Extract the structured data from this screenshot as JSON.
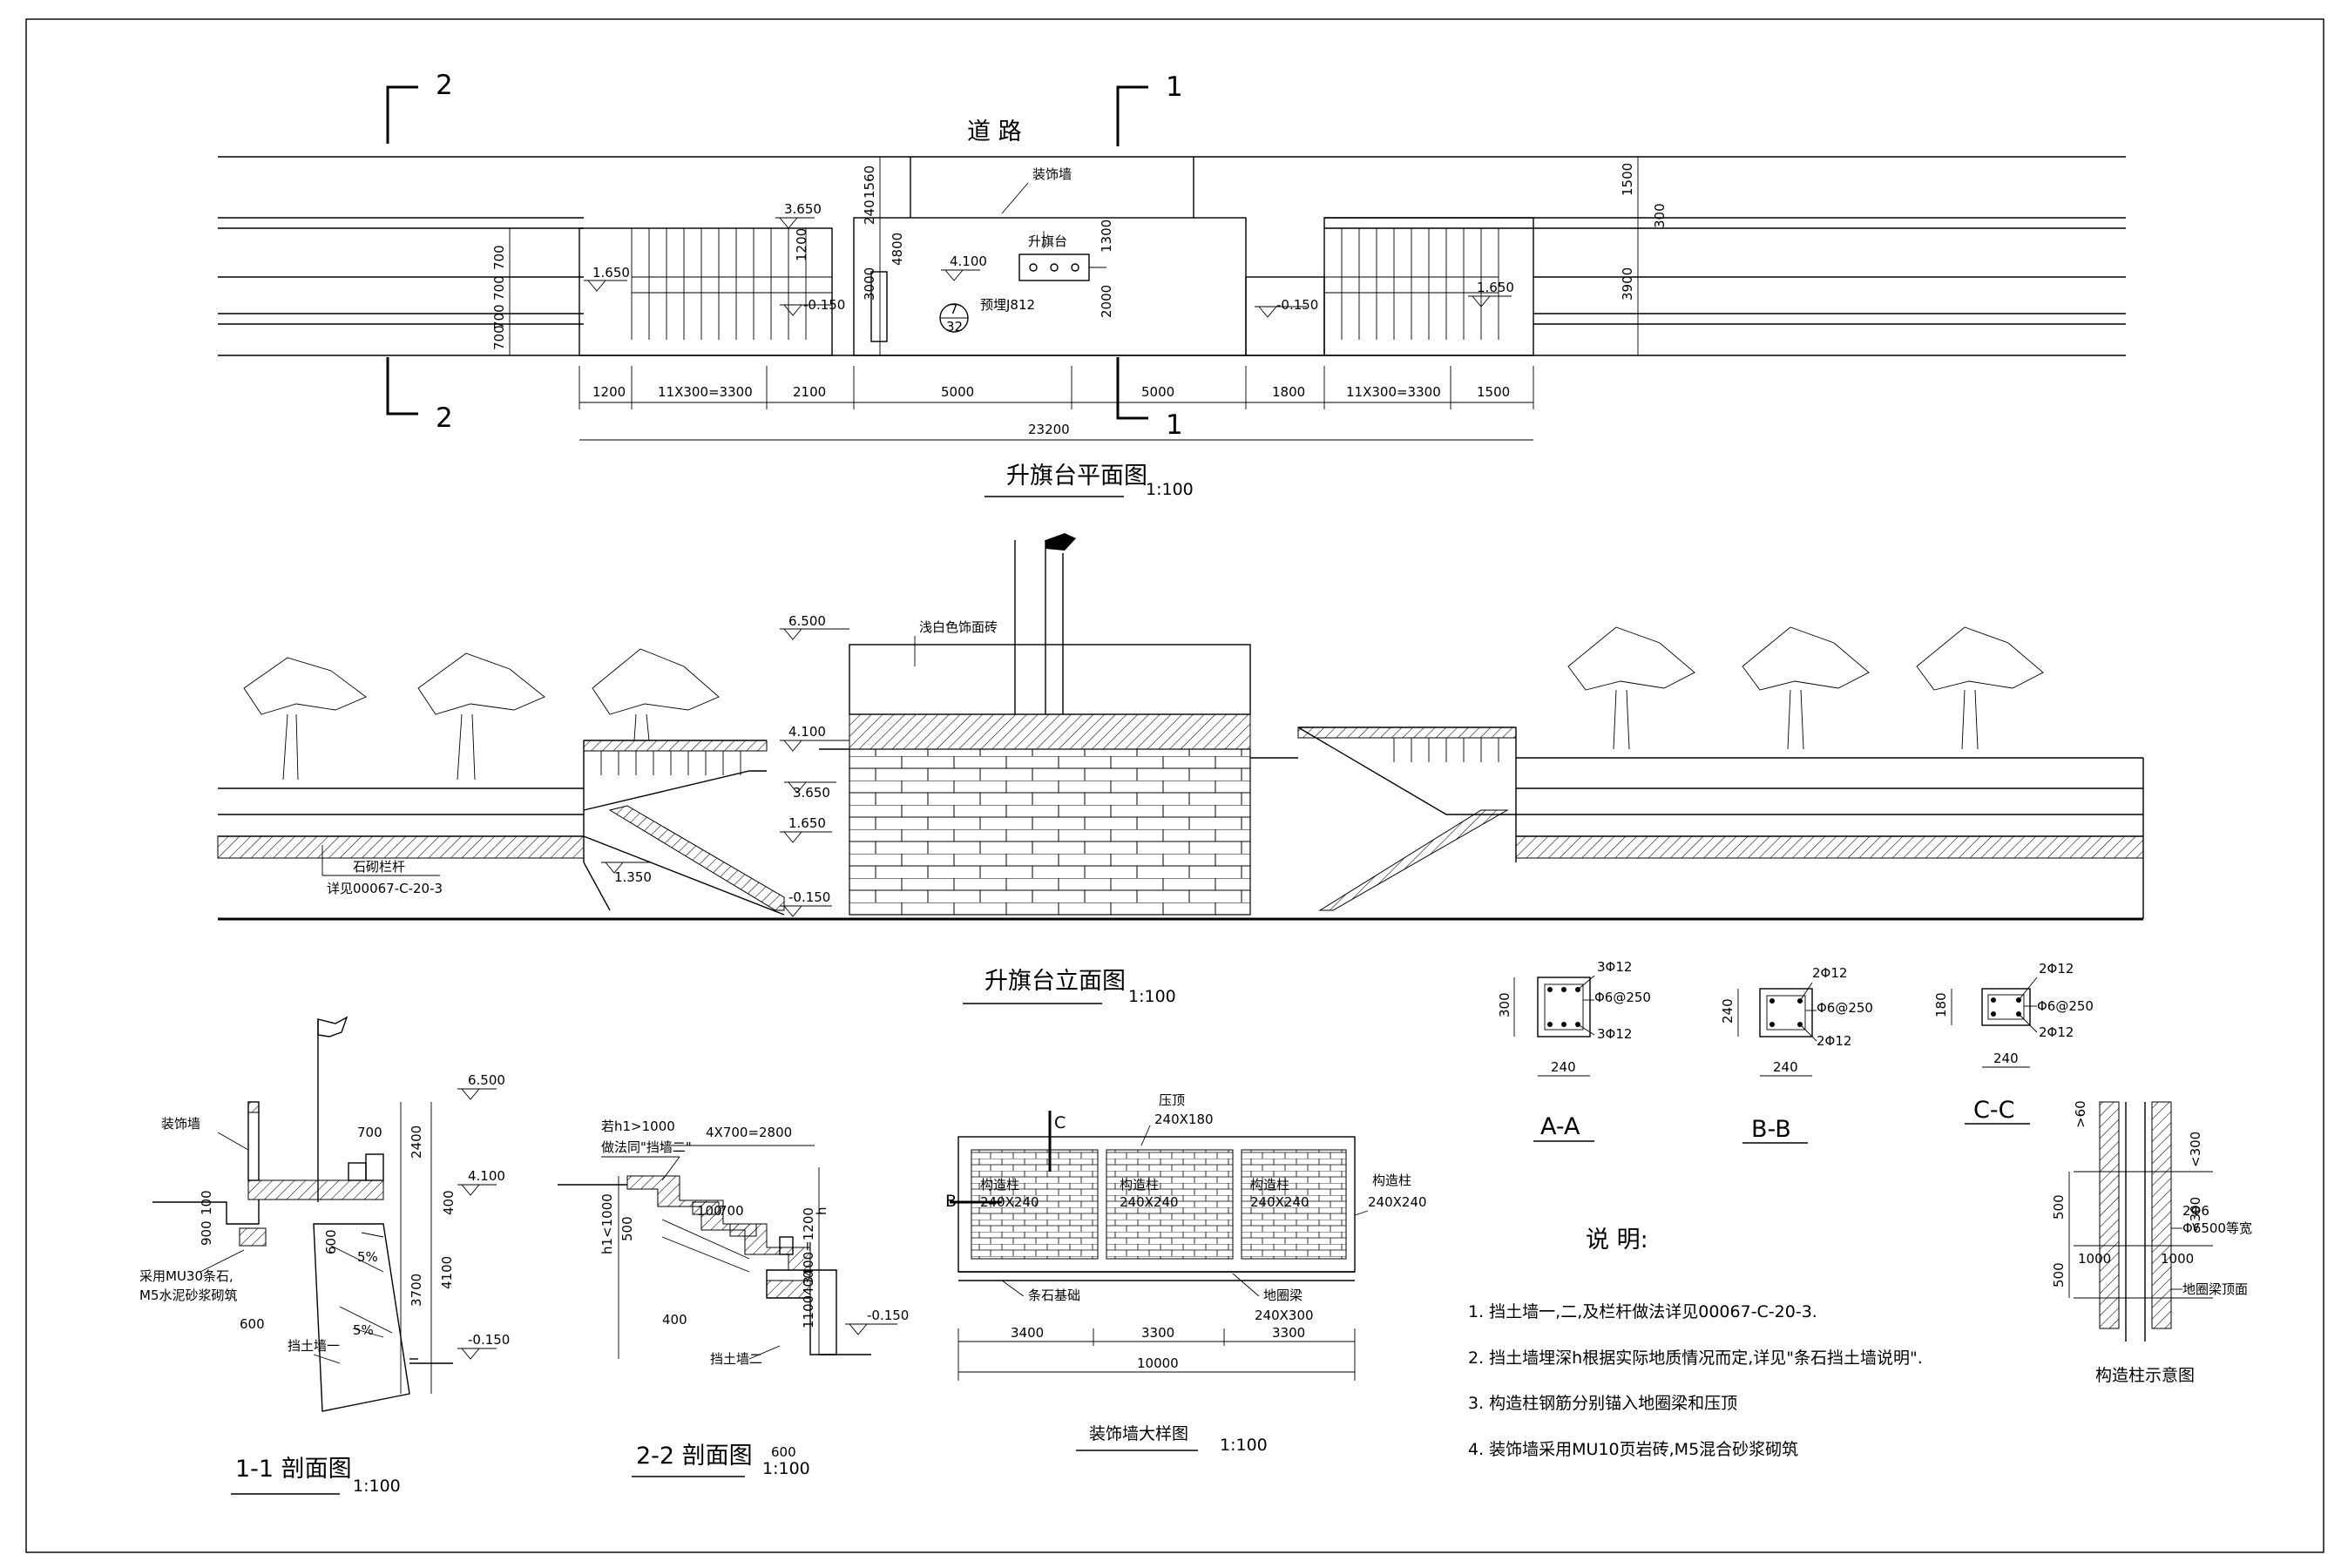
{
  "sections": {
    "marks": [
      "2",
      "1",
      "2",
      "1"
    ]
  },
  "plan": {
    "road": "道 路",
    "deco_wall": "装饰墙",
    "flag_platform": "升旗台",
    "flagpole_base": "预埋J812",
    "detail_ref": [
      "7",
      "32"
    ],
    "elevations": [
      "3.650",
      "1.650",
      "-0.150",
      "4.100",
      "-0.150",
      "1.650"
    ],
    "dims_left": [
      "700",
      "700",
      "700",
      "700"
    ],
    "dims_mid": [
      "1560",
      "240",
      "4800",
      "1200",
      "3000",
      "1300",
      "2000"
    ],
    "dims_right": [
      "1500",
      "300",
      "3900"
    ],
    "dims_bottom": [
      "1200",
      "11X300=3300",
      "2100",
      "5000",
      "5000",
      "1800",
      "11X300=3300",
      "1500"
    ],
    "dim_total": "23200",
    "title": "升旗台平面图",
    "scale": "1:100"
  },
  "elevation": {
    "levels": [
      "6.500",
      "4.100",
      "3.650",
      "1.650",
      "1.350",
      "-0.150"
    ],
    "note_top": "浅白色饰面砖",
    "note_rail": "石砌栏杆",
    "note_ref": "详见00067-C-20-3",
    "title": "升旗台立面图",
    "scale": "1:100"
  },
  "section11": {
    "deco_wall": "装饰墙",
    "material": [
      "采用MU30条石,",
      "M5水泥砂浆砌筑"
    ],
    "wall_label": "挡土墙一",
    "levels": [
      "6.500",
      "4.100",
      "-0.150"
    ],
    "dims": [
      "700",
      "2400",
      "400",
      "3700",
      "4100",
      "900",
      "600",
      "600",
      "100",
      "5%",
      "5%"
    ],
    "title": "1-1 剖面图",
    "scale": "1:100"
  },
  "section22": {
    "note1": "若h1>1000",
    "note2": "做法同\"挡墙二\"",
    "dims_top": "4X700=2800",
    "dims": [
      "h1<1000",
      "500",
      "100",
      "700",
      "h",
      "3400=1200",
      "400",
      "1100",
      "400",
      "600"
    ],
    "level": "-0.150",
    "wall_label": "挡土墙二",
    "title": "2-2 剖面图",
    "scale": "1:100"
  },
  "decowall": {
    "cap": "压顶",
    "cap_size": "240X180",
    "col": "构造柱",
    "col_size": "240X240",
    "beam": "地圈梁",
    "beam_size": "240X300",
    "found": "条石基础",
    "mark_c": "C",
    "mark_b": "B",
    "dims": [
      "3400",
      "3300",
      "3300"
    ],
    "total": "10000",
    "title": "装饰墙大样图",
    "scale": "1:100"
  },
  "col_sections": [
    {
      "name": "A-A",
      "top": "3Φ12",
      "stir": "Φ6@250",
      "bot": "3Φ12",
      "h": "300",
      "w": "240"
    },
    {
      "name": "B-B",
      "top": "2Φ12",
      "stir": "Φ6@250",
      "bot": "2Φ12",
      "h": "240",
      "w": "240"
    },
    {
      "name": "C-C",
      "top": "2Φ12",
      "stir": "Φ6@250",
      "bot": "2Φ12",
      "h": "180",
      "w": "240"
    }
  ],
  "col_detail": {
    "dims": [
      ">60",
      "<300",
      "500",
      "<300",
      "2Φ6",
      "Φ6500等宽",
      "1000",
      "1000",
      "500"
    ],
    "beam": "地圈梁顶面",
    "title": "构造柱示意图"
  },
  "notes": {
    "heading": "说 明:",
    "items": [
      "1. 挡土墙一,二,及栏杆做法详见00067-C-20-3.",
      "2. 挡土墙埋深h根据实际地质情况而定,详见\"条石挡土墙说明\".",
      "3. 构造柱钢筋分别锚入地圈梁和压顶",
      "4. 装饰墙采用MU10页岩砖,M5混合砂浆砌筑"
    ]
  }
}
